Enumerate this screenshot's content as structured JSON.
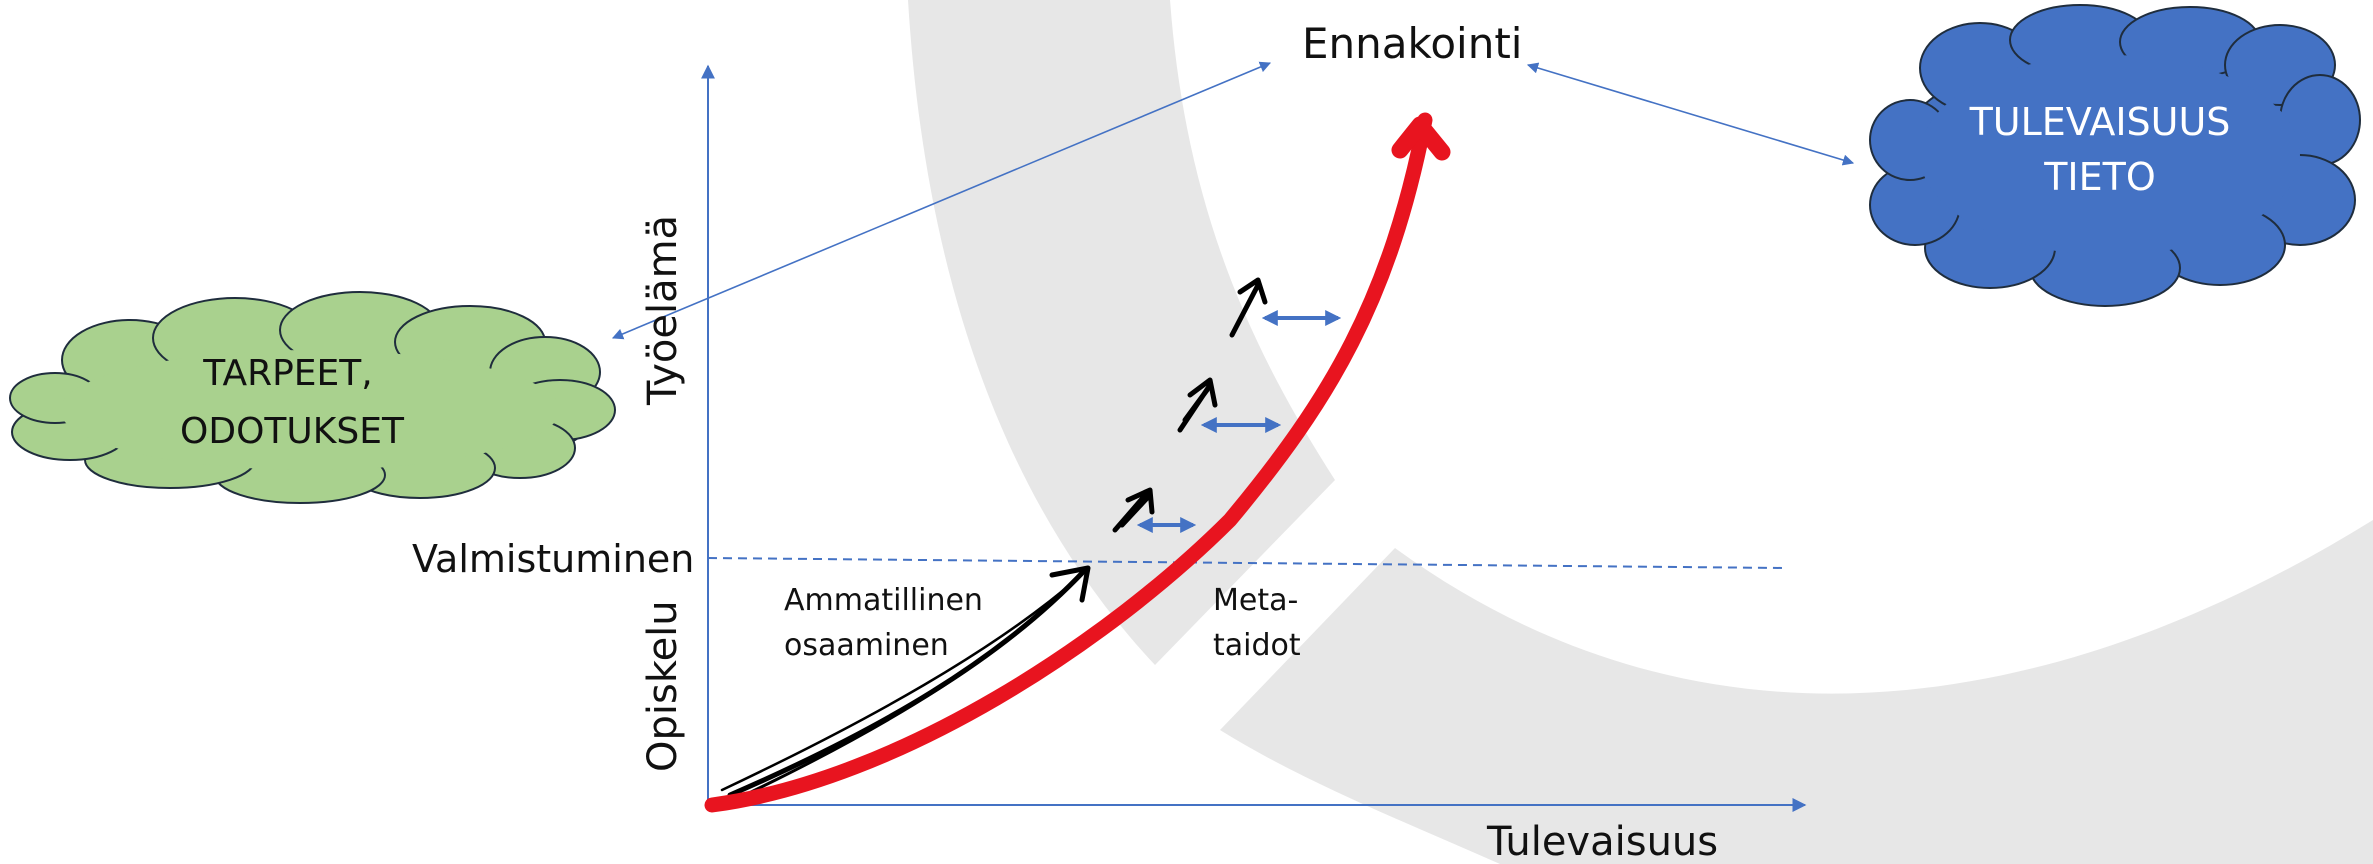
{
  "labels": {
    "forecasting": "Ennakointi",
    "future_axis": "Tulevaisuus",
    "working_life_axis": "Työelämä",
    "studying_axis": "Opiskelu",
    "graduation": "Valmistuminen",
    "vocational_line1": "Ammatillinen",
    "vocational_line2": "osaaminen",
    "meta_line1": "Meta-",
    "meta_line2": "taidot"
  },
  "clouds": {
    "needs": {
      "line1": "TARPEET,",
      "line2": "ODOTUKSET",
      "fill": "#A9D18E",
      "stroke": "#1F2D3D"
    },
    "future_info": {
      "line1": "TULEVAISUUS",
      "line2": "TIETO",
      "fill": "#4472C4",
      "stroke": "#1F2D3D"
    }
  },
  "colors": {
    "axis": "#4472C4",
    "growth_curve": "#E8141F",
    "background_arc": "#E7E7E7",
    "hand_arrows": "#000000"
  }
}
